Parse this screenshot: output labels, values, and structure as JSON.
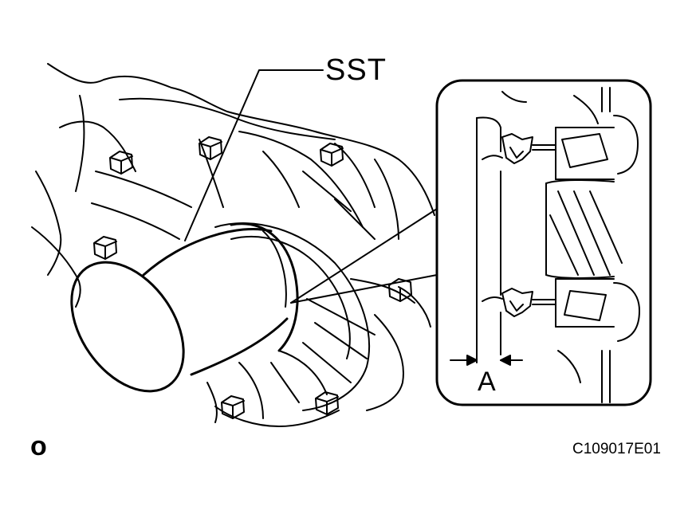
{
  "labels": {
    "tool": "SST",
    "dimension": "A",
    "corner_mark": "o",
    "figure_code": "C109017E01"
  },
  "colors": {
    "line": "#000000",
    "background": "#ffffff"
  }
}
